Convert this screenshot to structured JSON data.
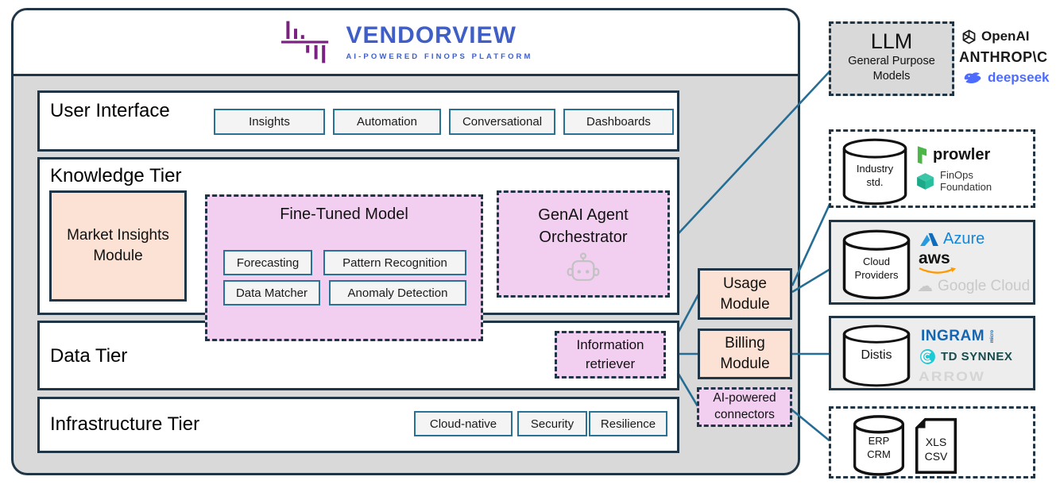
{
  "logo": {
    "title": "VENDORVIEW",
    "subtitle": "AI-POWERED FINOPS PLATFORM"
  },
  "tiers": {
    "user_interface": {
      "label": "User Interface",
      "buttons": [
        "Insights",
        "Automation",
        "Conversational",
        "Dashboards"
      ]
    },
    "knowledge": {
      "label": "Knowledge Tier",
      "market_insights": {
        "line1": "Market Insights",
        "line2": "Module"
      },
      "fine_tuned": {
        "title": "Fine-Tuned Model",
        "capabilities": [
          "Forecasting",
          "Pattern Recognition",
          "Data Matcher",
          "Anomaly Detection"
        ]
      },
      "genai_orchestrator": {
        "line1": "GenAI Agent",
        "line2": "Orchestrator",
        "icon": "robot-icon"
      }
    },
    "data_tier": {
      "label": "Data Tier",
      "information_retriever": {
        "line1": "Information",
        "line2": "retriever"
      }
    },
    "infrastructure": {
      "label": "Infrastructure Tier",
      "buttons": [
        "Cloud-native",
        "Security",
        "Resilience"
      ]
    }
  },
  "modules": {
    "usage": {
      "line1": "Usage",
      "line2": "Module"
    },
    "billing": {
      "line1": "Billing",
      "line2": "Module"
    },
    "ai_connectors": {
      "line1": "AI-powered",
      "line2": "connectors"
    }
  },
  "external": {
    "llm": {
      "title": "LLM",
      "subtitle_line1": "General Purpose",
      "subtitle_line2": "Models"
    },
    "llm_providers": {
      "openai": "OpenAI",
      "anthropic": "ANTHROP\\C",
      "deepseek": "deepseek"
    },
    "industry_standards": {
      "db_line1": "Industry",
      "db_line2": "std.",
      "prowler": "prowler",
      "finops_line1": "FinOps",
      "finops_line2": "Foundation"
    },
    "cloud_providers": {
      "db_line1": "Cloud",
      "db_line2": "Providers",
      "azure": "Azure",
      "aws": "aws",
      "google_cloud": "Google Cloud"
    },
    "distributors": {
      "db_label": "Distis",
      "ingram": "INGRAM",
      "ingram_mark": "micro",
      "td_synnex": "TD SYNNEX",
      "arrow": "ARROW"
    },
    "data_sources": {
      "db_line1": "ERP",
      "db_line2": "CRM",
      "doc_line1": "XLS",
      "doc_line2": "CSV"
    }
  },
  "colors": {
    "container_bg": "#d9d9d9",
    "border_dark": "#203647",
    "connector_line": "#256d94",
    "peach_node": "#fbe2d5",
    "pink_node": "#f2cff0",
    "logo_blue": "#3f5ec6",
    "logo_magenta": "#7b2181",
    "azure_blue": "#1285d8",
    "aws_orange": "#ff9900",
    "deepseek_blue": "#4d6bfe",
    "prowler_green": "#4cb748",
    "finops_teal": "#27b39b",
    "ingram_blue": "#1566b0",
    "td_synnex_cyan": "#1ec9d6",
    "td_synnex_text": "#174b4d",
    "muted_gray": "#cdcdcd"
  }
}
